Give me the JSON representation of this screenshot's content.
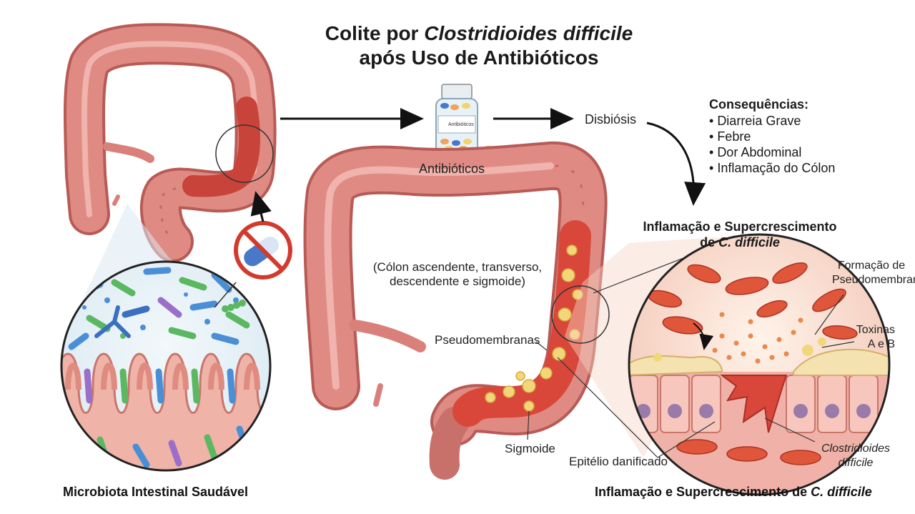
{
  "title": {
    "line1_prefix": "Colite por ",
    "line1_italic": "Clostridioides difficile",
    "line2": "após Uso de Antibióticos"
  },
  "labels": {
    "antibiotics": "Antibióticos",
    "bottle_label": "Antibióticos",
    "dysbiosis": "Disbiósis",
    "colon_parts": "(Cólon ascendente, transverso, descendente e sigmoide)",
    "pseudomembranes": "Pseudomembranas",
    "sigmoid": "Sigmoide",
    "damaged_epithelium": "Epitélio danificado",
    "pseudomembrane_formation": "Formação de Pseudomembranas",
    "toxins": "Toxinas A e B",
    "cdiff_organism_line1": "Clostridioides",
    "cdiff_organism_line2": "difficile",
    "healthy_microbiota": "Microbiota Intestinal Saudável",
    "bottom_right_prefix": "Inflamação e Supercrescimento de ",
    "bottom_right_italic": "C. difficile"
  },
  "consequences": {
    "title": "Consequências:",
    "items": [
      "Diarreia Grave",
      "Febre",
      "Dor Abdominal",
      "Inflamação do Cólon"
    ]
  },
  "inflammation_heading": {
    "line1": "Inflamação e Supercrescimento",
    "line2_prefix": "de ",
    "line2_italic": "C. difficile"
  },
  "icons": [
    "antibiotic-bottle-icon",
    "no-antibiotic-capsule-icon",
    "arrow-right-icon"
  ],
  "colors": {
    "colon": "#d9807a",
    "colon_dark": "#b85a55",
    "inflamed": "#d9473a",
    "pseudomembrane": "#f2d77a",
    "bacteria_blue": "#4a8fd6",
    "bacteria_green": "#5cb860",
    "cdiff": "#e0563a",
    "prohibit": "#d23a2e"
  }
}
